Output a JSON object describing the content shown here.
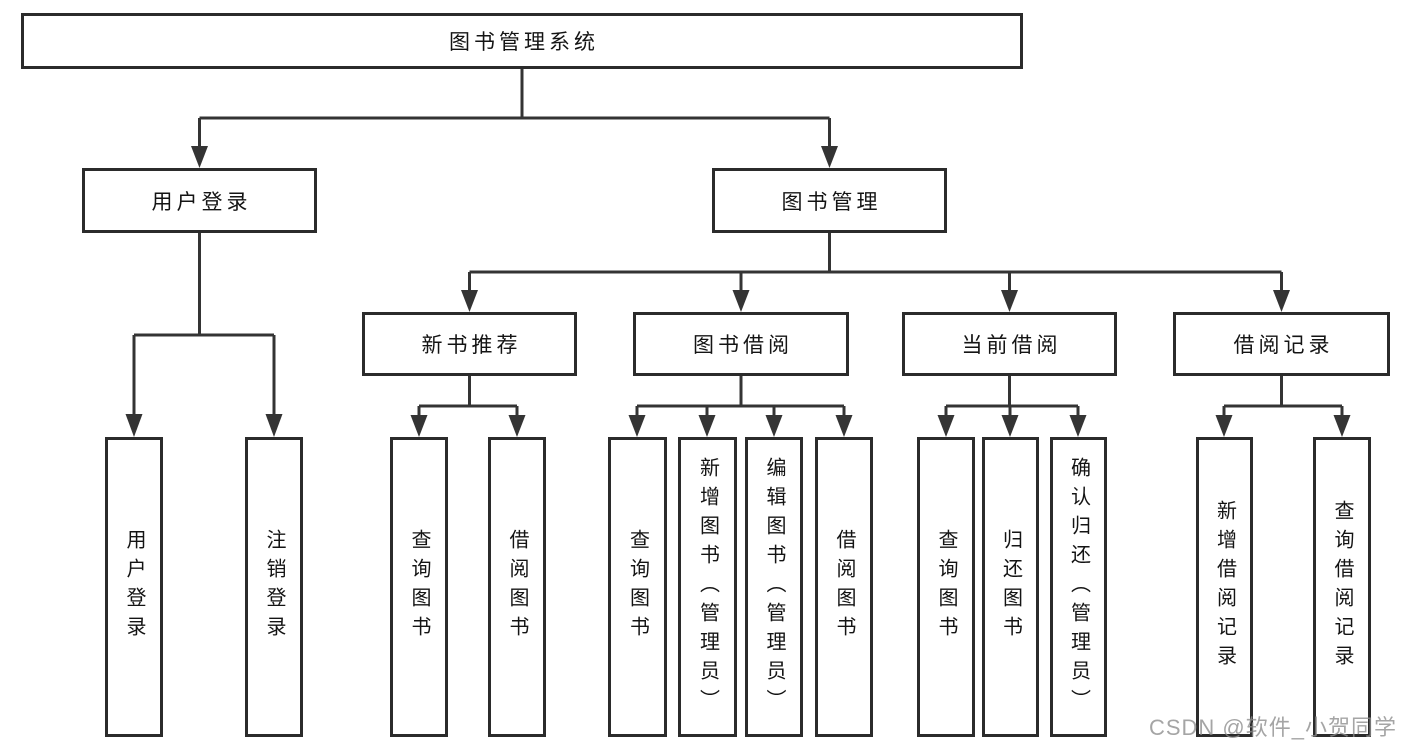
{
  "diagram": {
    "type": "hierarchy-tree",
    "title": "图书管理系统"
  },
  "hierarchy": {
    "label": "图书管理系统",
    "children": [
      {
        "label": "用户登录",
        "children": [
          {
            "label": "用户登录"
          },
          {
            "label": "注销登录"
          }
        ]
      },
      {
        "label": "图书管理",
        "children": [
          {
            "label": "新书推荐",
            "children": [
              {
                "label": "查询图书"
              },
              {
                "label": "借阅图书"
              }
            ]
          },
          {
            "label": "图书借阅",
            "children": [
              {
                "label": "查询图书"
              },
              {
                "label": "新增图书（管理员）"
              },
              {
                "label": "编辑图书（管理员）"
              },
              {
                "label": "借阅图书"
              }
            ]
          },
          {
            "label": "当前借阅",
            "children": [
              {
                "label": "查询图书"
              },
              {
                "label": "归还图书"
              },
              {
                "label": "确认归还（管理员）"
              }
            ]
          },
          {
            "label": "借阅记录",
            "children": [
              {
                "label": "新增借阅记录"
              },
              {
                "label": "查询借阅记录"
              }
            ]
          }
        ]
      }
    ]
  },
  "watermark": "CSDN @软件_小贺同学",
  "colors": {
    "background": "#ffffff",
    "line": "#343434",
    "box_border": "#2b2b2b",
    "text": "#141414",
    "watermark": "#8c8c8c"
  }
}
